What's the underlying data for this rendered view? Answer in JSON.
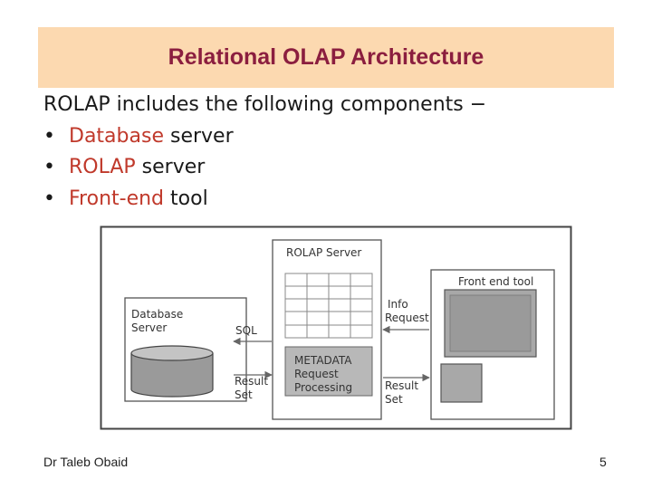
{
  "slide": {
    "title": "Relational OLAP Architecture",
    "intro": "ROLAP includes the following components −",
    "bullets": [
      {
        "highlight": "Database",
        "rest": " server"
      },
      {
        "highlight": "ROLAP",
        "rest": " server"
      },
      {
        "highlight": "Front-end",
        "rest": " tool"
      }
    ],
    "bullet_symbol": "•"
  },
  "diagram": {
    "rolap_server": "ROLAP Server",
    "database_server_line1": "Database",
    "database_server_line2": "Server",
    "sql": "SQL",
    "result_set_left_line1": "Result",
    "result_set_left_line2": "Set",
    "metadata_line1": "METADATA",
    "metadata_line2": "Request",
    "metadata_line3": "Processing",
    "info_request_line1": "Info",
    "info_request_line2": "Request",
    "result_set_right_line1": "Result",
    "result_set_right_line2": "Set",
    "front_end_tool": "Front end tool"
  },
  "footer": {
    "author": "Dr Taleb Obaid",
    "page_number": "5"
  },
  "colors": {
    "title_band": "#fcd9b0",
    "title_text": "#8b1e3f",
    "highlight": "#c0392b"
  }
}
